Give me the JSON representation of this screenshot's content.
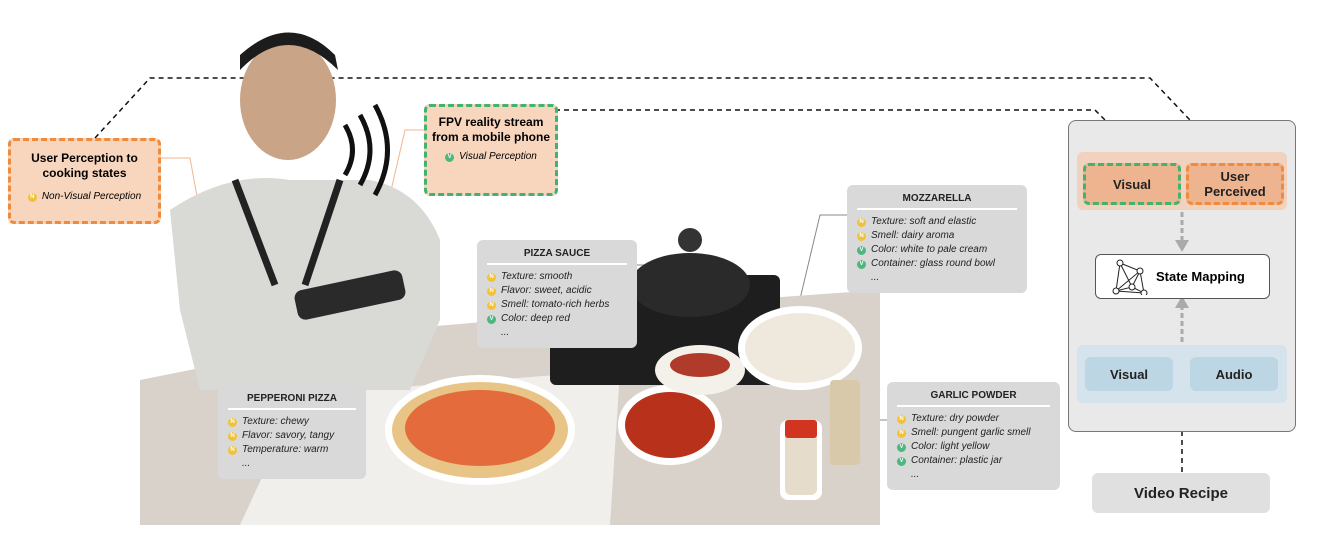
{
  "user_perception": {
    "title": "User Perception to cooking states",
    "badge": "N",
    "label": "Non-Visual Perception"
  },
  "fpv": {
    "title": "FPV reality stream from a mobile phone",
    "badge": "V",
    "label": "Visual Perception"
  },
  "cards": [
    {
      "title": "PIZZA SAUCE",
      "lines": [
        {
          "b": "N",
          "t": "Texture: smooth"
        },
        {
          "b": "N",
          "t": "Flavor: sweet, acidic"
        },
        {
          "b": "N",
          "t": "Smell: tomato-rich herbs"
        },
        {
          "b": "V",
          "t": "Color: deep red"
        }
      ],
      "more": "..."
    },
    {
      "title": "MOZZARELLA",
      "lines": [
        {
          "b": "N",
          "t": "Texture: soft and elastic"
        },
        {
          "b": "N",
          "t": "Smell: dairy aroma"
        },
        {
          "b": "V",
          "t": "Color: white to pale cream"
        },
        {
          "b": "V",
          "t": "Container: glass round bowl"
        }
      ],
      "more": "..."
    },
    {
      "title": "PEPPERONI PIZZA",
      "lines": [
        {
          "b": "N",
          "t": "Texture: chewy"
        },
        {
          "b": "N",
          "t": "Flavor: savory, tangy"
        },
        {
          "b": "N",
          "t": "Temperature: warm"
        }
      ],
      "more": "..."
    },
    {
      "title": "GARLIC POWDER",
      "lines": [
        {
          "b": "N",
          "t": "Texture: dry powder"
        },
        {
          "b": "N",
          "t": "Smell: pungent garlic smell"
        },
        {
          "b": "V",
          "t": "Color: light yellow"
        },
        {
          "b": "V",
          "t": "Container: plastic jar"
        }
      ],
      "more": "..."
    }
  ],
  "pipeline": {
    "visual_top": "Visual",
    "user_perceived": "User Perceived",
    "state_mapping": "State Mapping",
    "visual_bottom": "Visual",
    "audio": "Audio",
    "video_recipe": "Video Recipe"
  },
  "colors": {
    "orange": "#f08a3c",
    "green": "#3fb36f",
    "peach": "#f8d5bd"
  }
}
